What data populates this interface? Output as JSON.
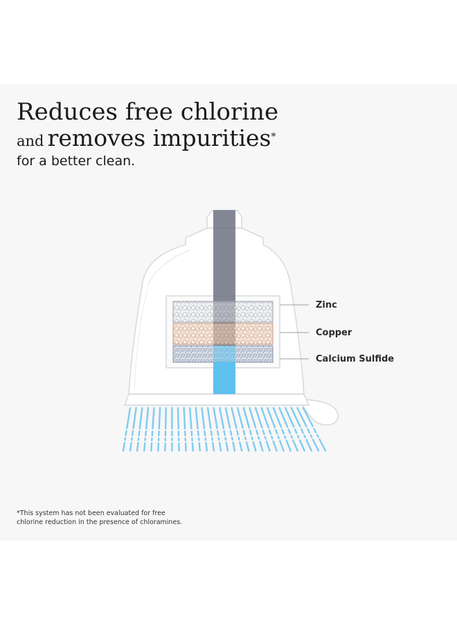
{
  "headline": {
    "line1": "Reduces free chlorine",
    "line2_prefix": "and",
    "line2_main": "removes impurities",
    "line2_mark": "*",
    "line3": "for a better clean."
  },
  "layers": [
    {
      "label": "Zinc",
      "icon": "zinc-pellets",
      "color": "#e7e8ea"
    },
    {
      "label": "Copper",
      "icon": "copper-pellets",
      "color": "#efd9cc"
    },
    {
      "label": "Calcium Sulfide",
      "icon": "calcium-sulfide-granules",
      "color": "#c9d1de"
    }
  ],
  "colors": {
    "panel": "#f7f7f7",
    "pipe": "#6d7283",
    "water": "#5fc1ee",
    "spray": "#7ecbf1",
    "outline": "#d4d6da"
  },
  "footnote": {
    "line1": "*This system has not been evaluated for free",
    "line2": "chlorine reduction in the presence of chloramines."
  }
}
